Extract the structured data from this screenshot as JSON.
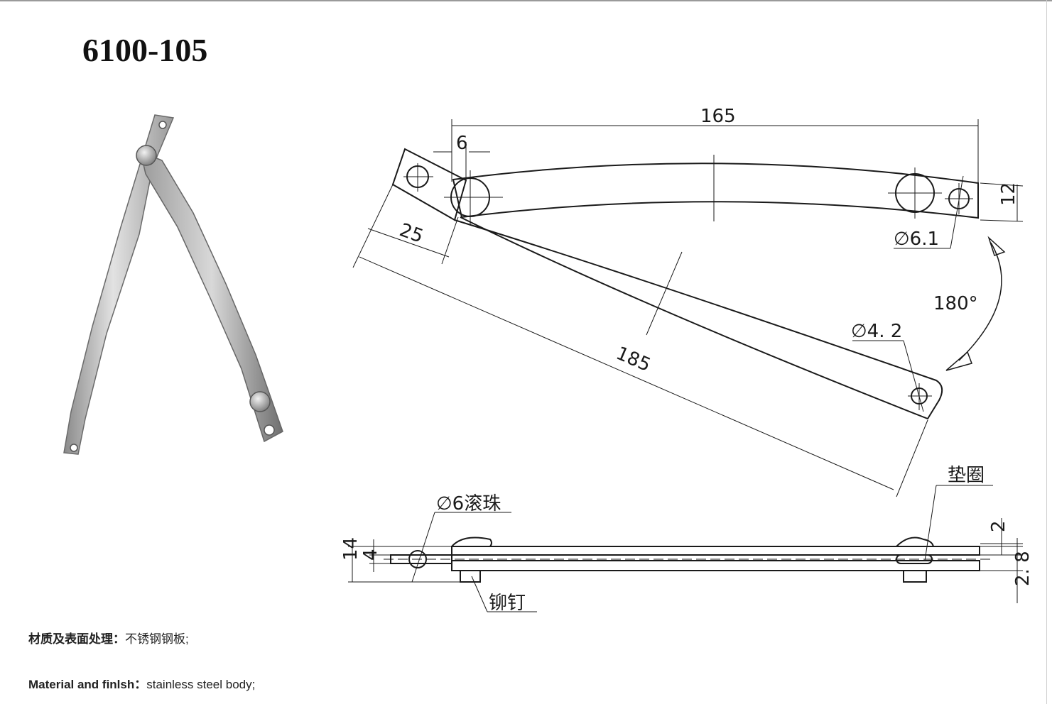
{
  "product": {
    "model": "6100-105"
  },
  "top_view": {
    "dim_total_length": "165",
    "dim_offset": "6",
    "dim_end_to_pivot": "25",
    "dim_lower_arm_length": "185",
    "dim_width": "12",
    "dim_hole_upper": "∅6.1",
    "dim_hole_lower": "∅4. 2",
    "rotation_angle": "180°"
  },
  "side_view": {
    "ball_label": "∅6滚珠",
    "washer_label": "垫圈",
    "rivet_label": "铆钉",
    "dim_total_height": "14",
    "dim_center_height": "4",
    "dim_top_gap": "2",
    "dim_thickness": "2. 8"
  },
  "material": {
    "cn_label": "材质及表面处理：",
    "cn_value": "不锈钢钢板;",
    "en_label": "Material and finlsh：",
    "en_value": "stainless steel body;"
  },
  "colors": {
    "line": "#1a1a1a",
    "steel_light": "#d6d6d6",
    "steel_dark": "#7d7d7d"
  }
}
